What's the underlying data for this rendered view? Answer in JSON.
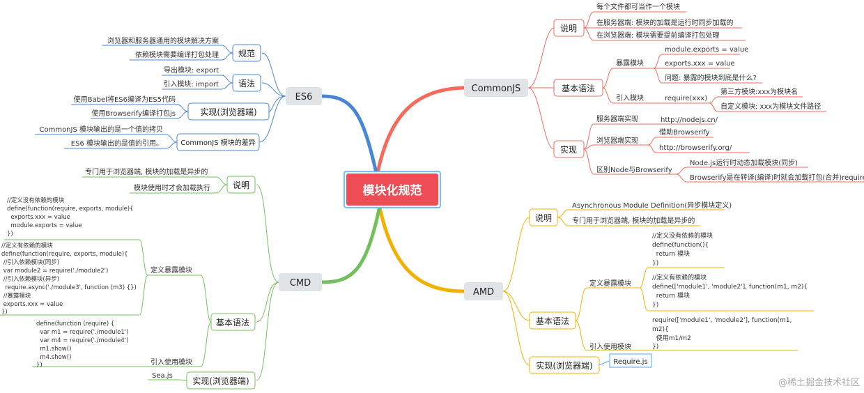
{
  "root": "模块化规范",
  "colors": {
    "commonjs": "#f26b5b",
    "amd": "#f3b000",
    "cmd": "#72c05b",
    "es6": "#4a86d4",
    "root_fill": "#ef4d55",
    "root_border": "#4aa8ff"
  },
  "commonjs": {
    "title": "CommonJS",
    "shuoming": {
      "label": "说明",
      "items": [
        "每个文件都可当作一个模块",
        "在服务器端: 模块的加载是运行时同步加载的",
        "在浏览器端: 模块需要提前编译打包处理"
      ]
    },
    "basic": {
      "label": "基本语法",
      "expose": {
        "label": "暴露模块",
        "items": [
          "module.exports = value",
          "exports.xxx = value",
          "问题: 暴露的模块到底是什么?"
        ]
      },
      "import": {
        "label": "引入模块",
        "require": "require(xxx)",
        "items": [
          "第三方模块:xxx为模块名",
          "自定义模块: xxx为模块文件路径"
        ]
      }
    },
    "impl": {
      "label": "实现",
      "server": {
        "label": "服务器端实现",
        "value": "http://nodejs.cn/"
      },
      "browser": {
        "label": "浏览器端实现",
        "items": [
          "借助Browserify",
          "http://browserify.org/"
        ]
      },
      "diff": {
        "label": "区别Node与Browserify",
        "items": [
          "Node.js运行时动态加载模块(同步)",
          "Browserify是在转译(编译)时就会加载打包(合并)require的模块"
        ]
      }
    }
  },
  "amd": {
    "title": "AMD",
    "shuoming": {
      "label": "说明",
      "items": [
        "Asynchronous Module Definition(异步模块定义)",
        "专门用于浏览器端, 模块的加载是异步的"
      ]
    },
    "basic": {
      "label": "基本语法",
      "expose": "定义暴露模块",
      "import": "引入使用模块",
      "code1": [
        "//定义没有依赖的模块",
        "define(function(){",
        "  return 模块",
        "})"
      ],
      "code2": [
        "//定义有依赖的模块",
        "define(['module1', 'module2'], function(m1, m2){",
        "  return 模块",
        "})"
      ],
      "code3": [
        "require(['module1', 'module2'], function(m1,",
        "m2){",
        "  使用m1/m2",
        "})"
      ]
    },
    "impl": {
      "label": "实现(浏览器端)",
      "value": "Require.js"
    }
  },
  "cmd": {
    "title": "CMD",
    "shuoming": {
      "label": "说明",
      "items": [
        "专门用于浏览器端, 模块的加载是异步的",
        "模块使用时才会加载执行"
      ]
    },
    "basic": {
      "label": "基本语法",
      "expose": "定义暴露模块",
      "import": "引入使用模块",
      "code1": [
        "//定义没有依赖的模块",
        "define(function(require, exports, module){",
        "  exports.xxx = value",
        "  module.exports = value",
        "})"
      ],
      "code2": [
        "//定义有依赖的模块",
        "define(function(require, exports, module){",
        " //引入依赖模块(同步)",
        " var module2 = require('./module2')",
        " //引入依赖模块(异步)",
        "  require.async('./module3', function (m3) {})",
        " //暴露模块",
        " exports.xxx = value",
        "})"
      ],
      "code3": [
        "define(function (require) {",
        "  var m1 = require('./module1')",
        "  var m4 = require('./module4')",
        "  m1.show()",
        "  m4.show()",
        "})"
      ]
    },
    "impl": {
      "label": "实现(浏览器端)",
      "value": "Sea.js"
    }
  },
  "es6": {
    "title": "ES6",
    "guifan": {
      "label": "规范",
      "items": [
        "浏览器和服务器通用的模块解决方案",
        "依赖模块需要编译打包处理"
      ]
    },
    "syntax": {
      "label": "语法",
      "items": [
        "导出模块: export",
        "引入模块: import"
      ]
    },
    "impl": {
      "label": "实现(浏览器端)",
      "items": [
        "使用Babel将ES6编译为ES5代码",
        "使用Browserify编译打包js"
      ]
    },
    "diff": {
      "label": "CommonJS 模块的差异",
      "items": [
        "CommonJS 模块输出的是一个值的拷贝",
        "ES6 模块输出的是值的引用。"
      ]
    }
  },
  "watermark": "@稀土掘金技术社区"
}
